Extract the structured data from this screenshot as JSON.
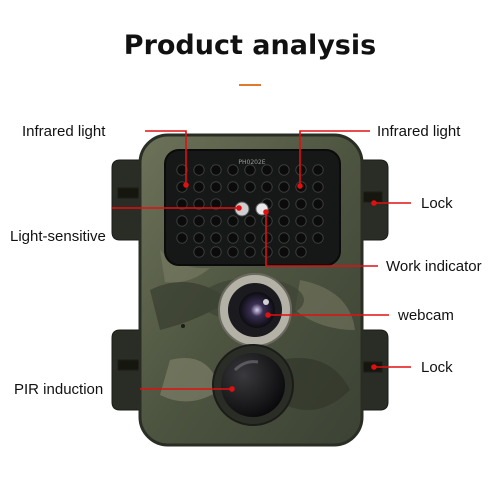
{
  "header": {
    "title": "Product analysis"
  },
  "labels": {
    "infrared_left": "Infrared light",
    "infrared_right": "Infrared light",
    "lock_top": "Lock",
    "light_sensitive": "Light-sensitive",
    "work_indicator": "Work indicator",
    "webcam": "webcam",
    "lock_bottom": "Lock",
    "pir": "PIR induction"
  },
  "camera": {
    "panel_text": "PH0202E",
    "body_color": "#5a6048",
    "callout_color": "#e01010"
  }
}
